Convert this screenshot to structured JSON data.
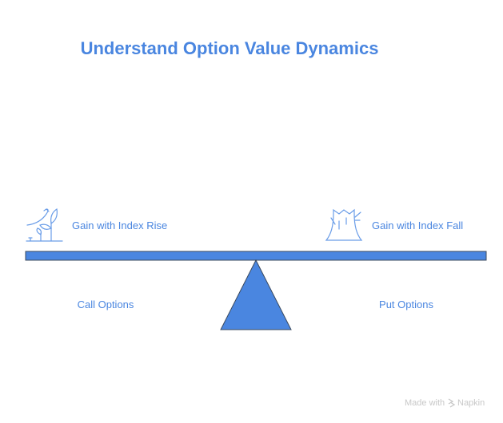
{
  "title": "Understand Option Value Dynamics",
  "left": {
    "icon": "plant-growth-icon",
    "label": "Gain with Index Rise",
    "option": "Call Options"
  },
  "right": {
    "icon": "tree-stump-icon",
    "label": "Gain with Index Fall",
    "option": "Put Options"
  },
  "footer": {
    "prefix": "Made with",
    "brand": "Napkin"
  },
  "colors": {
    "accent": "#4a86e0",
    "text": "#4a86e0",
    "footer": "#c8c8c8"
  }
}
